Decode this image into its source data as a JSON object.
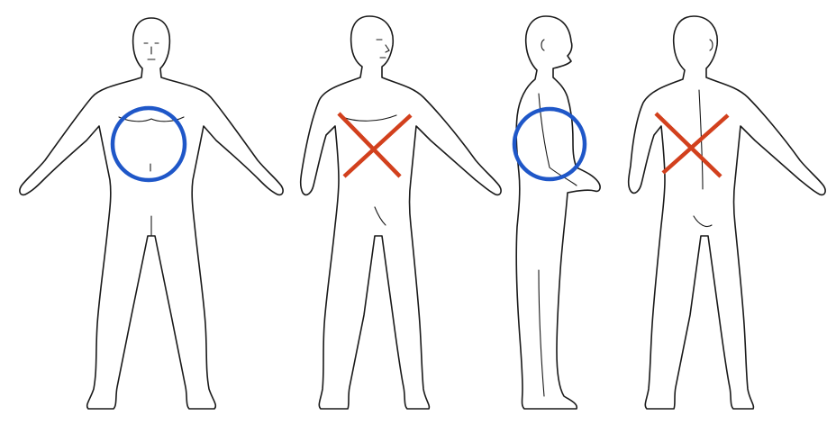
{
  "figures": [
    {
      "view": "front",
      "marker": "circle"
    },
    {
      "view": "three-quarter-front",
      "marker": "cross"
    },
    {
      "view": "side",
      "marker": "circle"
    },
    {
      "view": "back-three-quarter",
      "marker": "cross"
    }
  ],
  "marker_colors": {
    "circle": "#1f57c8",
    "cross": "#d2401d"
  }
}
